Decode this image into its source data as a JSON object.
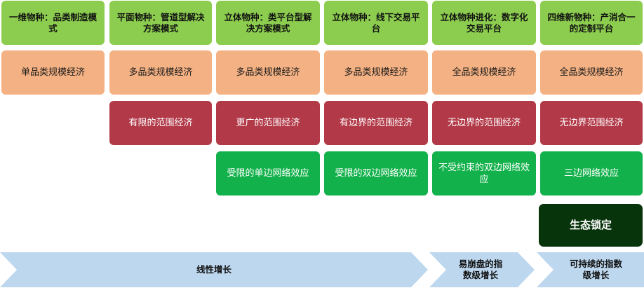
{
  "headers": [
    "一维物种：品类制造模式",
    "平面物种：管道型解决方案模式",
    "立体物种：类平台型解决方案模式",
    "立体物种：线下交易平台",
    "立体物种进化：数字化交易平台",
    "四维新物种：产消合一的定制平台"
  ],
  "scale_economy": [
    "单品类规模经济",
    "多品类规模经济",
    "多品类规模经济",
    "多品类规模经济",
    "全品类规模经济",
    "全品类规模经济"
  ],
  "scope_economy": [
    "有限的范围经济",
    "更广的范围经济",
    "有边界的范围经济",
    "无边界的范围经济",
    "无边界范围经济"
  ],
  "network_effect": [
    "受限的单边网络效应",
    "受限的双边网络效应",
    "不受约束的双边网络效应",
    "三边网络效应"
  ],
  "ecosystem_lock": "生态锁定",
  "growth": [
    "线性增长",
    "易崩盘的指数级增长",
    "可持续的指数级增长"
  ]
}
